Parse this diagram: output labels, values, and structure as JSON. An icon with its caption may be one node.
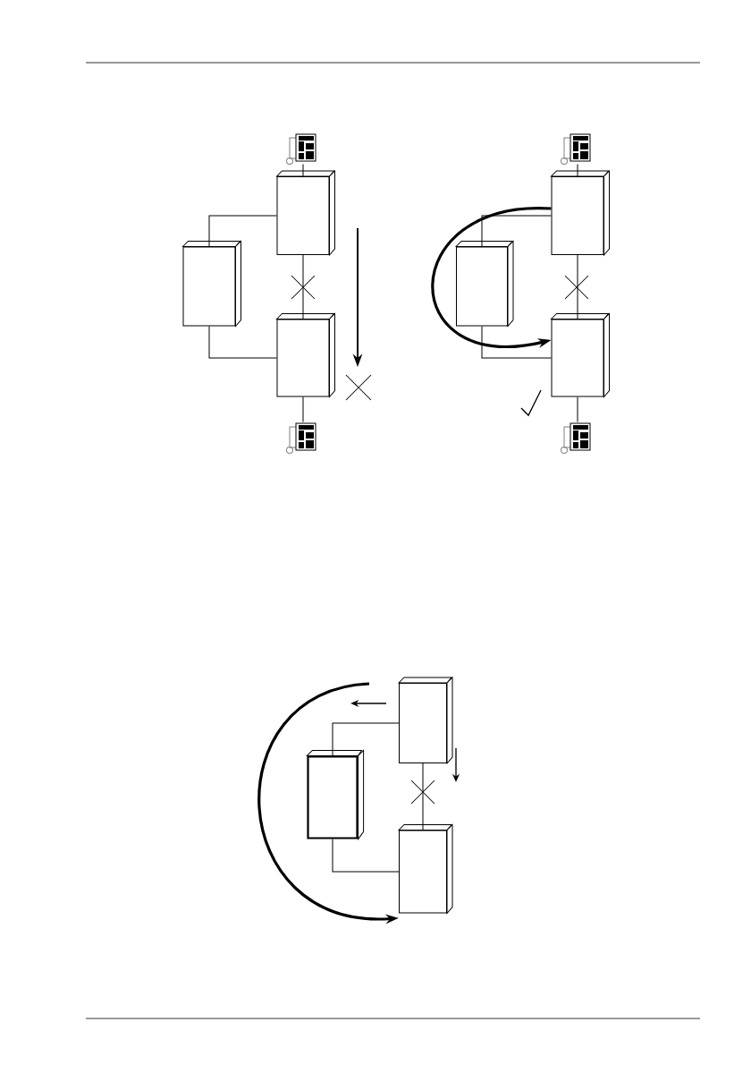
{
  "diagram": {
    "nodes": [
      {
        "text": [],
        "shape": "phone"
      },
      {
        "text": [],
        "shape": "box"
      },
      {
        "text": [],
        "shape": "box"
      },
      {
        "text": [],
        "shape": "box"
      },
      {
        "text": [],
        "shape": "phone"
      },
      {
        "text": [],
        "shape": "phone"
      },
      {
        "text": [],
        "shape": "box"
      },
      {
        "text": [],
        "shape": "box"
      },
      {
        "text": [],
        "shape": "box"
      },
      {
        "text": [],
        "shape": "phone"
      },
      {
        "text": [],
        "shape": "box"
      },
      {
        "text": [],
        "shape": "box"
      },
      {
        "text": [],
        "shape": "box"
      }
    ],
    "edges": [
      {
        "from": 0,
        "to": 1,
        "arrow": "none"
      },
      {
        "from": 1,
        "to": 2,
        "arrow": "none"
      },
      {
        "from": 2,
        "to": 3,
        "arrow": "none"
      },
      {
        "from": 1,
        "to": 3,
        "arrow": "none"
      },
      {
        "from": 3,
        "to": 4,
        "arrow": "none"
      },
      {
        "from": 5,
        "to": 6,
        "arrow": "none"
      },
      {
        "from": 6,
        "to": 7,
        "arrow": "none"
      },
      {
        "from": 7,
        "to": 8,
        "arrow": "none"
      },
      {
        "from": 6,
        "to": 8,
        "arrow": "none"
      },
      {
        "from": 8,
        "to": 9,
        "arrow": "none"
      },
      {
        "from": 6,
        "to": 8,
        "arrow": "to",
        "style": "thick"
      },
      {
        "from": 10,
        "to": 11,
        "arrow": "none"
      },
      {
        "from": 11,
        "to": 12,
        "arrow": "none"
      },
      {
        "from": 10,
        "to": 12,
        "arrow": "none"
      },
      {
        "from": null,
        "to": 12,
        "arrow": "to",
        "style": "thick"
      }
    ]
  }
}
